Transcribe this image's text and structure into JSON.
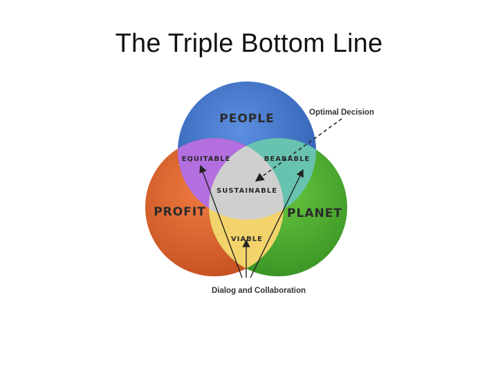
{
  "title": "The Triple Bottom Line",
  "diagram": {
    "circles": {
      "people": "People",
      "profit": "Profit",
      "planet": "Planet"
    },
    "intersections": {
      "equitable": "Equitable",
      "bearable": "Bearable",
      "viable": "Viable",
      "sustainable": "Sustainable"
    },
    "annotations": {
      "optimal_decision": "Optimal Decision",
      "dialog": "Dialog and Collaboration"
    },
    "colors": {
      "people": "#3a6fc4",
      "profit": "#d9622b",
      "planet": "#45a52f",
      "equitable": "#b36ee0",
      "bearable": "#67c3b0",
      "viable": "#f3d36b",
      "sustainable": "#cfcfcf"
    }
  }
}
